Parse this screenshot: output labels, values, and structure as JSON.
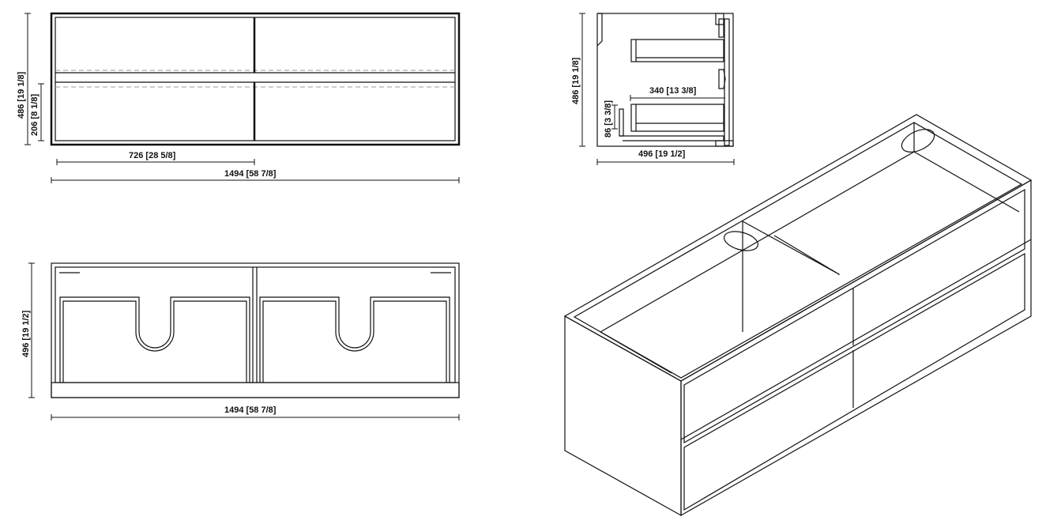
{
  "front_view": {
    "height_label": "486 [19 1/8]",
    "drawer_height_label": "206 [8 1/8]",
    "drawer_width_label": "726 [28 5/8]",
    "width_label": "1494 [58 7/8]"
  },
  "side_view": {
    "height_label": "486 [19 1/8]",
    "drawer_depth_label": "340 [13 3/8]",
    "drawer_side_label": "86 [3 3/8]",
    "depth_label": "496 [19 1/2]"
  },
  "top_view": {
    "depth_label": "496 [19 1/2]",
    "width_label": "1494 [58 7/8]"
  }
}
